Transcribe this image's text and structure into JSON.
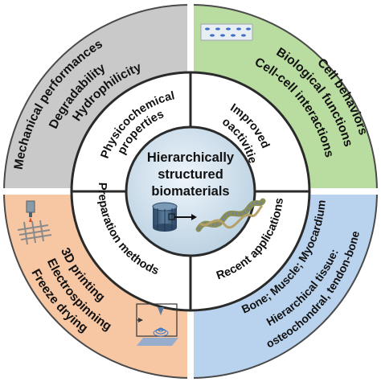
{
  "center": {
    "lines": [
      "Hierarchically",
      "structured",
      "biomaterials"
    ]
  },
  "inner_ring": {
    "top_left": [
      "Physicochemical",
      "properties"
    ],
    "top_right": [
      "Improved",
      "bioactivities"
    ],
    "bottom_left": [
      "Preparation methods"
    ],
    "bottom_right": [
      "Recent applications"
    ]
  },
  "outer_ring": {
    "top_left": {
      "color": "#c9c9c9",
      "items": [
        "Mechanical performances",
        "Degradability",
        "Hydrophilicity"
      ]
    },
    "top_right": {
      "color": "#b9dca0",
      "items": [
        "Cell behaviors",
        "Biological functions",
        "Cell-cell interactions"
      ]
    },
    "bottom_left": {
      "color": "#f7c7a4",
      "items": [
        "3D printing",
        "Electrospinning",
        "Freeze drying"
      ]
    },
    "bottom_right": {
      "color": "#b9d3ef",
      "items": [
        "Bone; Muscle; Myocardium",
        "Hierarchical tissue:",
        "osteochondral, tendon-bone"
      ]
    }
  },
  "colors": {
    "ring_border": "#2a2a2a",
    "inner_ring_fill": "#ffffff",
    "center_fill": "#c7dcea"
  }
}
